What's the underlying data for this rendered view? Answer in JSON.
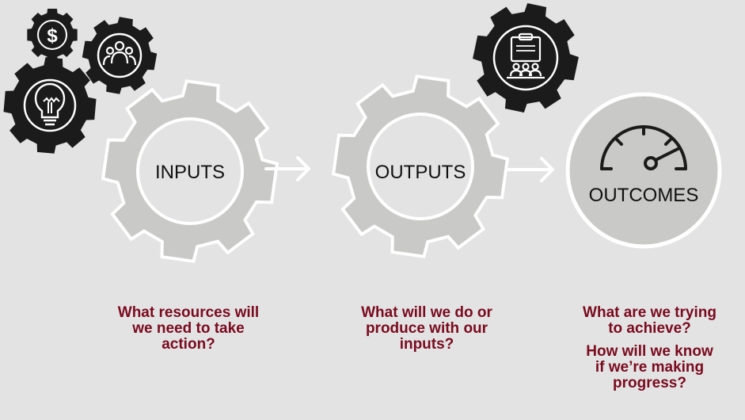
{
  "diagram": {
    "stages": [
      {
        "label": "INPUTS",
        "icons": [
          "dollar-icon",
          "people-group-icon",
          "lightbulb-icon"
        ]
      },
      {
        "label": "OUTPUTS",
        "icons": [
          "presentation-clipboard-icon"
        ]
      },
      {
        "label": "OUTCOMES",
        "icons": [
          "speedometer-icon"
        ]
      }
    ],
    "captions": {
      "inputs": [
        "What resources will",
        "we need to take",
        "action?"
      ],
      "outputs": [
        "What will we do or",
        "produce with our",
        "inputs?"
      ],
      "outcomes": [
        "What are we trying",
        "to achieve?"
      ],
      "outcomes_followup": [
        "How will we know",
        "if we’re making",
        "progress?"
      ]
    },
    "colors": {
      "background": "#e3e3e3",
      "gear_gray": "#c9c9c7",
      "gear_black": "#1b1b1b",
      "caption": "#7a0a1e",
      "arrow": "#ffffff"
    }
  }
}
